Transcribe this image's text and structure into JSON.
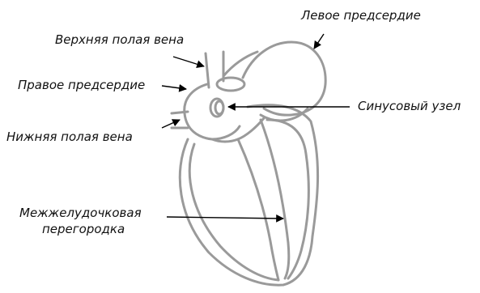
{
  "labels": {
    "left_atrium": "Левое предсердие",
    "superior_vena_cava": "Верхняя полая вена",
    "right_atrium": "Правое предсердие",
    "sinus_node": "Синусовый узел",
    "inferior_vena_cava": "Нижняя полая вена",
    "septum_line1": "Межжелудочковая",
    "septum_line2": "перегородка"
  }
}
